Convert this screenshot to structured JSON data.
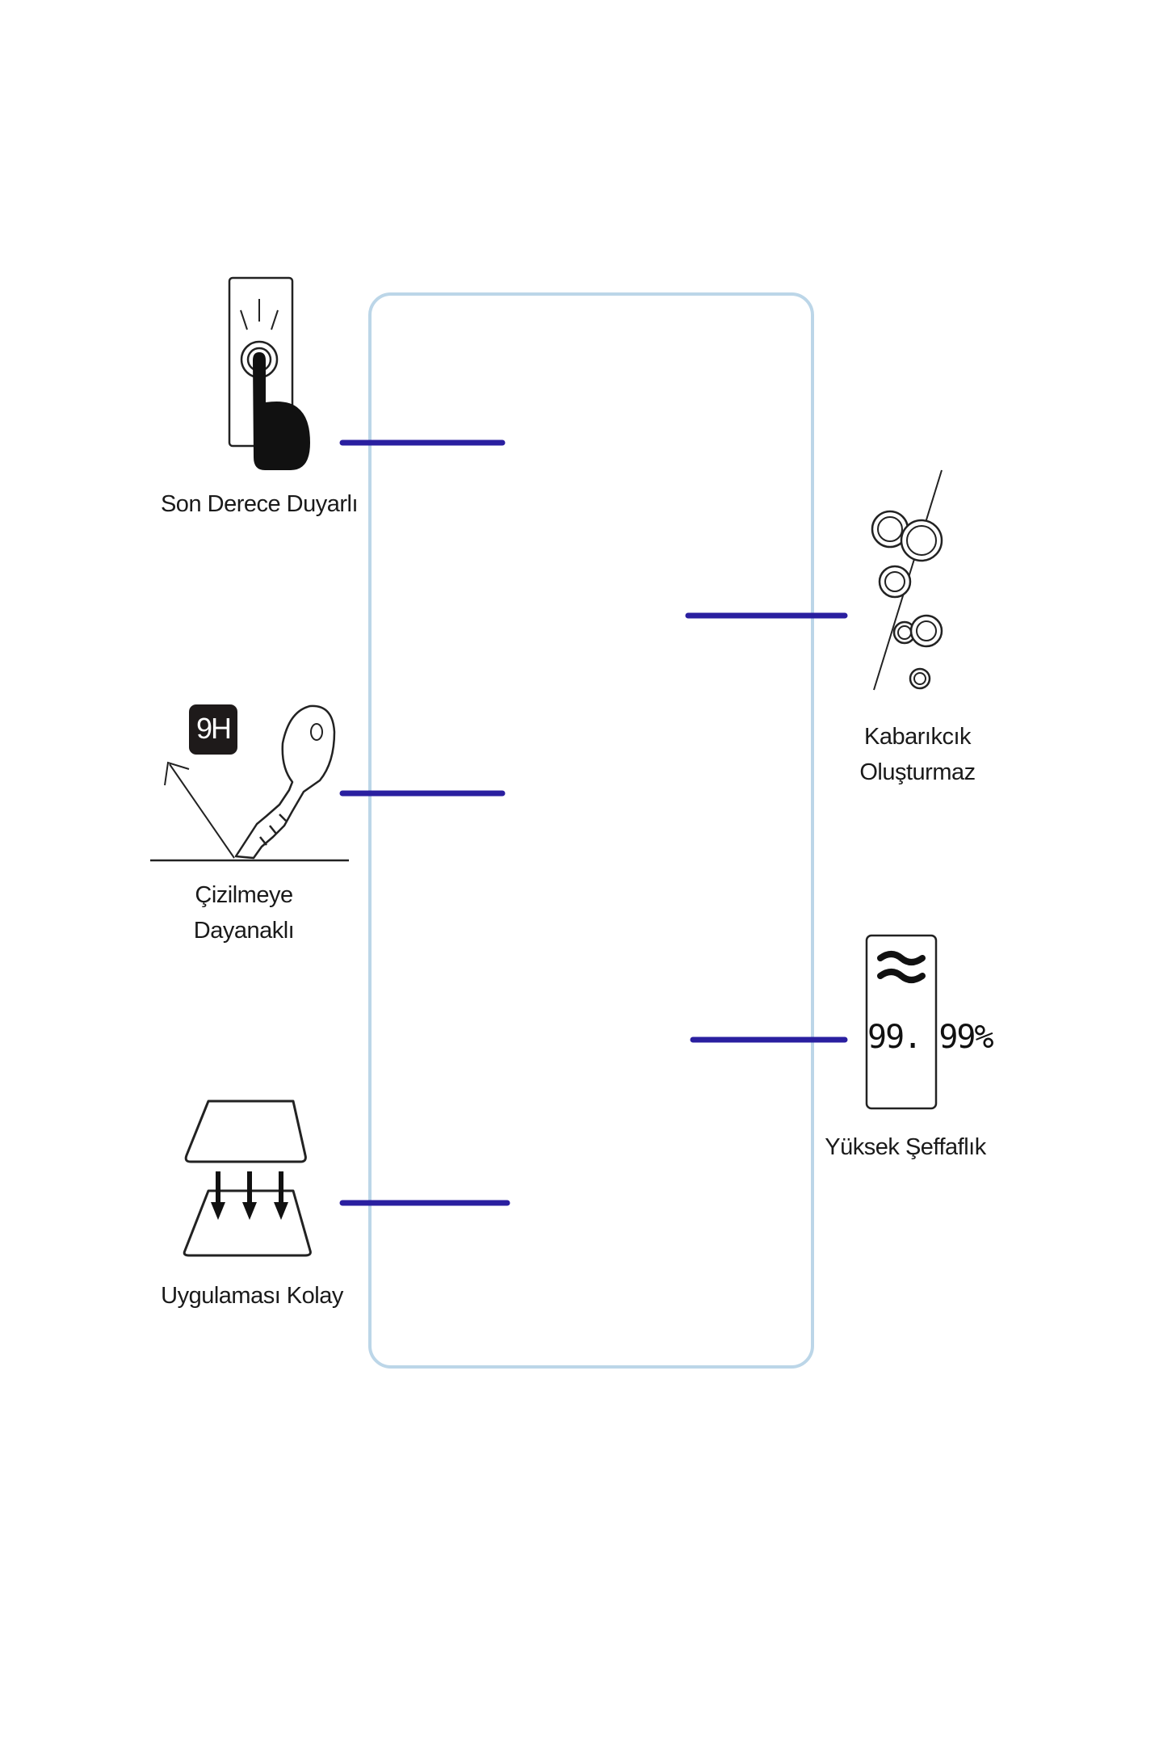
{
  "features": {
    "sensitive": {
      "label": "Son Derece Duyarlı"
    },
    "scratch": {
      "badge": "9H",
      "line1": "Çizilmeye",
      "line2": "Dayanaklı"
    },
    "easy_apply": {
      "label": "Uygulaması Kolay"
    },
    "bubble_free": {
      "line1": "Kabarıkcık",
      "line2": "Oluşturmaz"
    },
    "transparency": {
      "percent": "99. 99%",
      "label": "Yüksek Şeffaflık"
    }
  },
  "colors": {
    "connector": "#2a1fa0",
    "panel_border": "#bcd6e8",
    "ink": "#1a1a1a"
  }
}
